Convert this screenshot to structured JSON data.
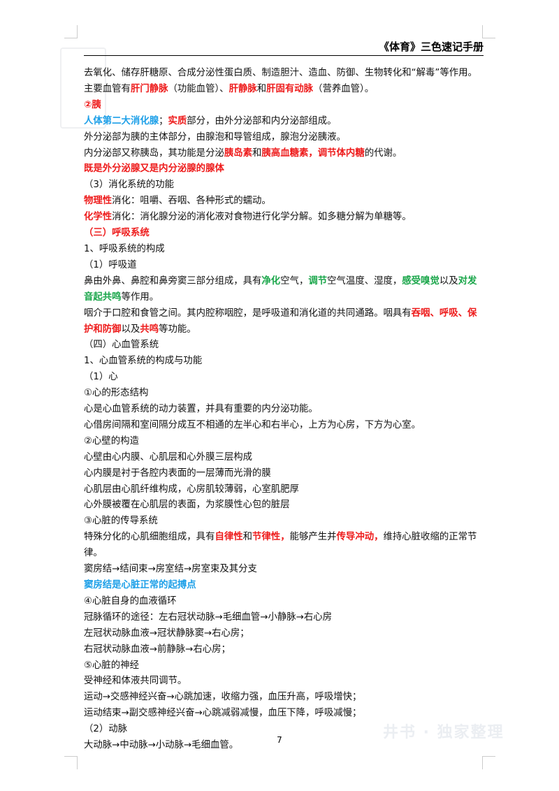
{
  "header": {
    "title": "《体育》三色速记手册"
  },
  "page_number": "7",
  "watermark": {
    "text": "井书 · 独家整理",
    "logo_chars": "井书"
  },
  "lines": [
    {
      "segments": [
        {
          "t": "去氧化、储存肝糖原、合成分泌性蛋白质、制造胆汁、造血、防御、生物转化和“解毒”等作用。",
          "s": "n"
        }
      ]
    },
    {
      "segments": [
        {
          "t": "主要血管有",
          "s": "n"
        },
        {
          "t": "肝门静脉",
          "s": "r"
        },
        {
          "t": "（功能血管）、",
          "s": "n"
        },
        {
          "t": "肝静脉",
          "s": "r"
        },
        {
          "t": "和",
          "s": "n"
        },
        {
          "t": "肝固有动脉",
          "s": "r"
        },
        {
          "t": "（营养血管）。",
          "s": "n"
        }
      ]
    },
    {
      "segments": [
        {
          "t": "②胰",
          "s": "r"
        }
      ]
    },
    {
      "segments": [
        {
          "t": "人体第二大消化腺",
          "s": "bl"
        },
        {
          "t": "；",
          "s": "n"
        },
        {
          "t": "实质",
          "s": "r"
        },
        {
          "t": "部分，由外分泌部和内分泌部组成。",
          "s": "n"
        }
      ]
    },
    {
      "segments": [
        {
          "t": "外分泌部为胰的主体部分，由腺泡和导管组成，腺泡分泌胰液。",
          "s": "n"
        }
      ]
    },
    {
      "segments": [
        {
          "t": "内分泌部又称胰岛，其功能是分泌",
          "s": "n"
        },
        {
          "t": "胰岛素",
          "s": "r"
        },
        {
          "t": "和",
          "s": "n"
        },
        {
          "t": "胰高血糖素，调节体内糖",
          "s": "r"
        },
        {
          "t": "的代谢。",
          "s": "n"
        }
      ]
    },
    {
      "segments": [
        {
          "t": "既是外分泌腺又是内分泌腺的腺体",
          "s": "r"
        }
      ]
    },
    {
      "segments": [
        {
          "t": "（3）消化系统的功能",
          "s": "n"
        }
      ]
    },
    {
      "segments": [
        {
          "t": "物理性",
          "s": "r"
        },
        {
          "t": "消化：咀嚼、吞咽、各种形式的蠕动。",
          "s": "n"
        }
      ]
    },
    {
      "segments": [
        {
          "t": "化学性",
          "s": "r"
        },
        {
          "t": "消化：消化腺分泌的消化液对食物进行化学分解。如多糖分解为单糖等。",
          "s": "n"
        }
      ]
    },
    {
      "segments": [
        {
          "t": "（三）呼吸系统",
          "s": "r"
        }
      ]
    },
    {
      "segments": [
        {
          "t": "1、呼吸系统的构成",
          "s": "n"
        }
      ]
    },
    {
      "segments": [
        {
          "t": "（1）呼吸道",
          "s": "n"
        }
      ]
    },
    {
      "segments": [
        {
          "t": "鼻由外鼻、鼻腔和鼻旁窦三部分组成，具有",
          "s": "n"
        },
        {
          "t": "净化",
          "s": "g"
        },
        {
          "t": "空气，",
          "s": "n"
        },
        {
          "t": "调节",
          "s": "g"
        },
        {
          "t": "空气温度、湿度，",
          "s": "n"
        },
        {
          "t": "感受嗅觉",
          "s": "g"
        },
        {
          "t": "以及",
          "s": "n"
        },
        {
          "t": "对发音起共鸣",
          "s": "g"
        },
        {
          "t": "等作用。",
          "s": "n"
        }
      ]
    },
    {
      "segments": [
        {
          "t": "咽介于口腔和食管之间。其内腔称咽腔，是呼吸道和消化道的共同通路。咽具有",
          "s": "n"
        },
        {
          "t": "吞咽、呼吸、保护和防御",
          "s": "r"
        },
        {
          "t": "以及",
          "s": "n"
        },
        {
          "t": "共鸣",
          "s": "r"
        },
        {
          "t": "等功能。",
          "s": "n"
        }
      ]
    },
    {
      "segments": [
        {
          "t": "（四）心血管系统",
          "s": "n"
        }
      ]
    },
    {
      "segments": [
        {
          "t": "1、心血管系统的构成与功能",
          "s": "n"
        }
      ]
    },
    {
      "segments": [
        {
          "t": "（1）心",
          "s": "n"
        }
      ]
    },
    {
      "segments": [
        {
          "t": "①心的形态结构",
          "s": "n"
        }
      ]
    },
    {
      "segments": [
        {
          "t": "心是心血管系统的动力装置，并具有重要的内分泌功能。",
          "s": "n"
        }
      ]
    },
    {
      "segments": [
        {
          "t": "心借房间隔和室间隔分成互不相通的左半心和右半心，上方为心房，下方为心室。",
          "s": "n"
        }
      ]
    },
    {
      "segments": [
        {
          "t": "②心壁的构造",
          "s": "n"
        }
      ]
    },
    {
      "segments": [
        {
          "t": "心壁由心内膜、心肌层和心外膜三层构成",
          "s": "n"
        }
      ]
    },
    {
      "segments": [
        {
          "t": "心内膜是衬于各腔内表面的一层薄而光滑的膜",
          "s": "n"
        }
      ]
    },
    {
      "segments": [
        {
          "t": "心肌层由心肌纤维构成，心房肌较薄弱，心室肌肥厚",
          "s": "n"
        }
      ]
    },
    {
      "segments": [
        {
          "t": "心外膜被覆在心肌层的表面，为浆膜性心包的脏层",
          "s": "n"
        }
      ]
    },
    {
      "segments": [
        {
          "t": "③心脏的传导系统",
          "s": "n"
        }
      ]
    },
    {
      "segments": [
        {
          "t": "特殊分化的心肌细胞组成，具有",
          "s": "n"
        },
        {
          "t": "自律性",
          "s": "r"
        },
        {
          "t": "和",
          "s": "n"
        },
        {
          "t": "节律性，",
          "s": "r"
        },
        {
          "t": "能够产生并",
          "s": "n"
        },
        {
          "t": "传导冲动，",
          "s": "r"
        },
        {
          "t": "维持心脏收缩的正常节律。",
          "s": "n"
        }
      ]
    },
    {
      "segments": [
        {
          "t": "窦房结→结间束→房室结→房室束及其分支",
          "s": "n"
        }
      ]
    },
    {
      "segments": [
        {
          "t": "窦房结是心脏正常的起搏点",
          "s": "bl"
        }
      ]
    },
    {
      "segments": [
        {
          "t": "④心脏自身的血液循环",
          "s": "n"
        }
      ]
    },
    {
      "segments": [
        {
          "t": "冠脉循环的途径：左右冠状动脉→毛细血管→小静脉→右心房",
          "s": "n"
        }
      ]
    },
    {
      "segments": [
        {
          "t": "左冠状动脉血液→冠状静脉窦→右心房；",
          "s": "n"
        }
      ]
    },
    {
      "segments": [
        {
          "t": "右冠状动脉血液→前静脉→右心房；",
          "s": "n"
        }
      ]
    },
    {
      "segments": [
        {
          "t": "⑤心脏的神经",
          "s": "n"
        }
      ]
    },
    {
      "segments": [
        {
          "t": "受神经和体液共同调节。",
          "s": "n"
        }
      ]
    },
    {
      "segments": [
        {
          "t": "运动→交感神经兴奋→心跳加速，收缩力强，血压升高，呼吸增快；",
          "s": "n"
        }
      ]
    },
    {
      "segments": [
        {
          "t": "运动结束→副交感神经兴奋→心跳减弱减慢，血压下降，呼吸减慢；",
          "s": "n"
        }
      ]
    },
    {
      "segments": [
        {
          "t": "（2）动脉",
          "s": "n"
        }
      ]
    },
    {
      "segments": [
        {
          "t": "大动脉→中动脉→小动脉→毛细血管。",
          "s": "n"
        }
      ]
    }
  ]
}
